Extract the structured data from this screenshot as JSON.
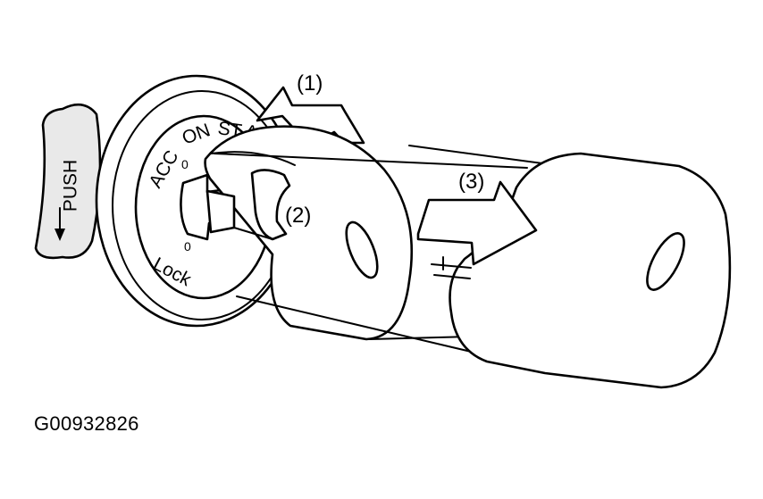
{
  "figure": {
    "id": "G00932826"
  },
  "cylinder_markings": {
    "acc": "ACC",
    "on": "ON",
    "start": "ST",
    "start_fragment": "A",
    "lock": "Lock",
    "zero_upper": "0",
    "zero_lower": "0"
  },
  "push_button": {
    "label": "PUSH"
  },
  "callouts": [
    {
      "label": "(1)"
    },
    {
      "label": "(2)"
    },
    {
      "label": "(3)"
    }
  ]
}
